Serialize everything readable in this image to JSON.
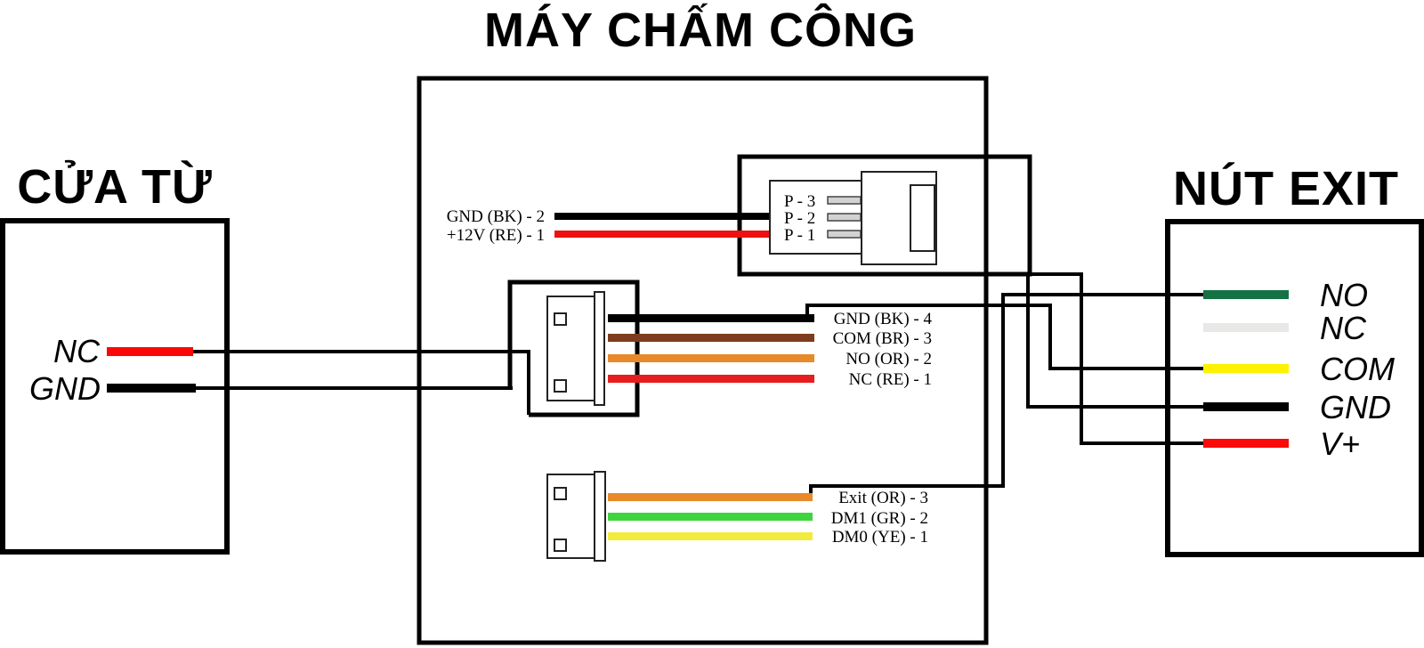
{
  "colors": {
    "outline": "#000000",
    "door_nc_wire": "#f90808",
    "door_gnd_wire": "#000000",
    "power_gnd_wire": "#000000",
    "power_12v_wire": "#ed1111",
    "lock_gnd_wire": "#000000",
    "lock_com_wire": "#7e3b1e",
    "lock_no_wire": "#e8892a",
    "lock_nc_wire": "#e61e1e",
    "exit_exit_wire": "#e8892a",
    "exit_dm1_wire": "#3ed43e",
    "exit_dm0_wire": "#f2eb3d",
    "btn_no_wire": "#157244",
    "btn_nc_wire": "#e8e8e6",
    "btn_com_wire": "#fef200",
    "btn_gnd_wire": "#000000",
    "btn_vplus_wire": "#fb0a0a",
    "pin_fill": "#d2d2d2"
  },
  "machine": {
    "title": "MÁY CHẤM CÔNG",
    "power_connector": {
      "pin_labels": [
        "P - 3",
        "P - 2",
        "P - 1"
      ],
      "wire_labels": [
        "GND (BK) - 2",
        "+12V (RE) - 1"
      ]
    },
    "lock_connector": {
      "wire_labels": [
        "GND (BK) - 4",
        "COM (BR) - 3",
        "NO (OR) - 2",
        "NC (RE) - 1"
      ]
    },
    "exit_connector": {
      "wire_labels": [
        "Exit (OR) - 3",
        "DM1 (GR) - 2",
        "DM0 (YE) - 1"
      ]
    }
  },
  "door_contact": {
    "title": "CỬA TỪ",
    "terminal_labels": [
      "NC",
      "GND"
    ]
  },
  "exit_button": {
    "title": "NÚT EXIT",
    "terminal_labels": [
      "NO",
      "NC",
      "COM",
      "GND",
      "V+"
    ]
  }
}
